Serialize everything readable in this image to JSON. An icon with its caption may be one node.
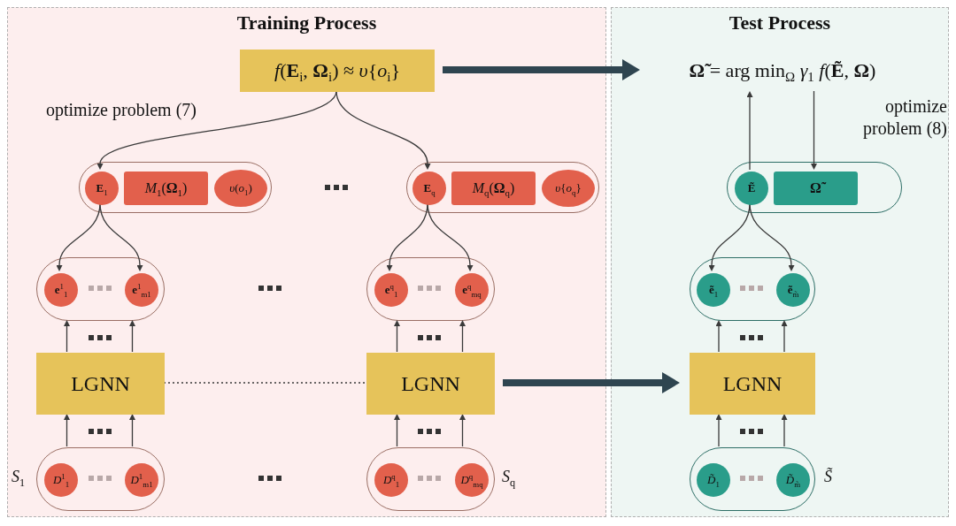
{
  "diagram": {
    "nodes": [
      {
        "text": [
          "Training Process"
        ]
      },
      {
        "text": [
          "Test Process"
        ]
      },
      {
        "text": [
          "*f*(**E**$_{i}$, **Ω**$_{i}$) ≈ *υ*{*o*$_{i}$}"
        ],
        "in": 0
      },
      {
        "text": [
          "**Ω̃** = arg min$_{Ω}$ *γ*$_{1}$ *f*(**Ẽ**, **Ω**)"
        ],
        "in": 1
      },
      {
        "text": [],
        "shape": "box",
        "in": 0
      },
      {
        "text": [
          "**E**$_{1}$"
        ],
        "in": 4
      },
      {
        "text": [
          "*M*$_{1}$(**Ω**$_{1}$)"
        ],
        "in": 4
      },
      {
        "text": [
          "*υ*(*o*$_{1}$)"
        ],
        "in": 4
      },
      {
        "text": [],
        "shape": "box",
        "in": 0
      },
      {
        "text": [
          "**E**$_{q}$"
        ],
        "in": 8
      },
      {
        "text": [
          "*M*$_{q}$(**Ω**$_{q}$)"
        ],
        "in": 8
      },
      {
        "text": [
          "*υ*{*o*$_{q}$}"
        ],
        "in": 8
      },
      {
        "text": [],
        "shape": "box",
        "in": 1
      },
      {
        "text": [
          "**Ẽ**"
        ],
        "in": 12
      },
      {
        "text": [
          "**Ω̃**"
        ],
        "in": 12
      },
      {
        "text": [],
        "shape": "box",
        "in": 0
      },
      {
        "text": [
          "**e**$^{1}$$_{1}$"
        ],
        "in": 15
      },
      {
        "text": [
          "**e**$^{1}$$_{m1}$"
        ],
        "in": 15
      },
      {
        "text": [],
        "shape": "box",
        "in": 0
      },
      {
        "text": [
          "**e**$^{q}$$_{1}$"
        ],
        "in": 18
      },
      {
        "text": [
          "**e**$^{q}$$_{mq}$"
        ],
        "in": 18
      },
      {
        "text": [],
        "shape": "box",
        "in": 1
      },
      {
        "text": [
          "**ẽ**$_{1}$"
        ],
        "in": 21
      },
      {
        "text": [
          "**ẽ**$_{m̃}$"
        ],
        "in": 21
      },
      {
        "text": [
          "LGNN"
        ],
        "in": 0
      },
      {
        "text": [
          "LGNN"
        ],
        "in": 0
      },
      {
        "text": [
          "LGNN"
        ],
        "in": 1
      },
      {
        "text": [],
        "shape": "box",
        "in": 0,
        "beside": [
          "*S*$_{1}$"
        ]
      },
      {
        "text": [
          "*D*$^{1}$$_{1}$"
        ],
        "in": 27
      },
      {
        "text": [
          "*D*$^{1}$$_{m1}$"
        ],
        "in": 27
      },
      {
        "text": [],
        "shape": "box",
        "in": 0,
        "beside": [
          "*S*$_{q}$"
        ]
      },
      {
        "text": [
          "*D*$^{q}$$_{1}$"
        ],
        "in": 30
      },
      {
        "text": [
          "*D*$^{q}$$_{mq}$"
        ],
        "in": 30
      },
      {
        "text": [],
        "shape": "box",
        "in": 1,
        "beside": [
          "*S̃*"
        ]
      },
      {
        "text": [
          "*D̃*$_{1}$"
        ],
        "in": 33
      },
      {
        "text": [
          "*D̃*$_{m̃}$"
        ],
        "in": 33
      }
    ],
    "edges": [
      {
        "from": 2,
        "to": 3,
        "arrow": "to",
        "style": "thick",
        "color": "#2f4550"
      },
      {
        "from": 2,
        "to": 5,
        "arrow": "to"
      },
      {
        "from": 2,
        "to": 9,
        "arrow": "to"
      },
      {
        "from": 13,
        "to": 3,
        "arrow": "to"
      },
      {
        "from": 3,
        "to": 14,
        "arrow": "to"
      },
      {
        "from": 5,
        "to": 16,
        "arrow": "to"
      },
      {
        "from": 5,
        "to": 17,
        "arrow": "to"
      },
      {
        "from": 9,
        "to": 19,
        "arrow": "to"
      },
      {
        "from": 9,
        "to": 20,
        "arrow": "to"
      },
      {
        "from": 13,
        "to": 22,
        "arrow": "to"
      },
      {
        "from": 13,
        "to": 23,
        "arrow": "to"
      },
      {
        "from": 24,
        "to": 15,
        "arrow": "to"
      },
      {
        "from": 24,
        "to": 15,
        "arrow": "to"
      },
      {
        "from": 25,
        "to": 18,
        "arrow": "to"
      },
      {
        "from": 25,
        "to": 18,
        "arrow": "to"
      },
      {
        "from": 26,
        "to": 21,
        "arrow": "to"
      },
      {
        "from": 26,
        "to": 21,
        "arrow": "to"
      },
      {
        "from": 27,
        "to": 24,
        "arrow": "to"
      },
      {
        "from": 27,
        "to": 24,
        "arrow": "to"
      },
      {
        "from": 30,
        "to": 25,
        "arrow": "to"
      },
      {
        "from": 30,
        "to": 25,
        "arrow": "to"
      },
      {
        "from": 33,
        "to": 26,
        "arrow": "to"
      },
      {
        "from": 33,
        "to": 26,
        "arrow": "to"
      },
      {
        "from": 24,
        "to": 25,
        "arrow": "none",
        "style": "dashed"
      },
      {
        "from": 25,
        "to": 26,
        "arrow": "to",
        "style": "thick",
        "color": "#2f4550"
      }
    ],
    "labels": [
      "optimize problem (7)",
      "optimize problem (8)"
    ]
  }
}
